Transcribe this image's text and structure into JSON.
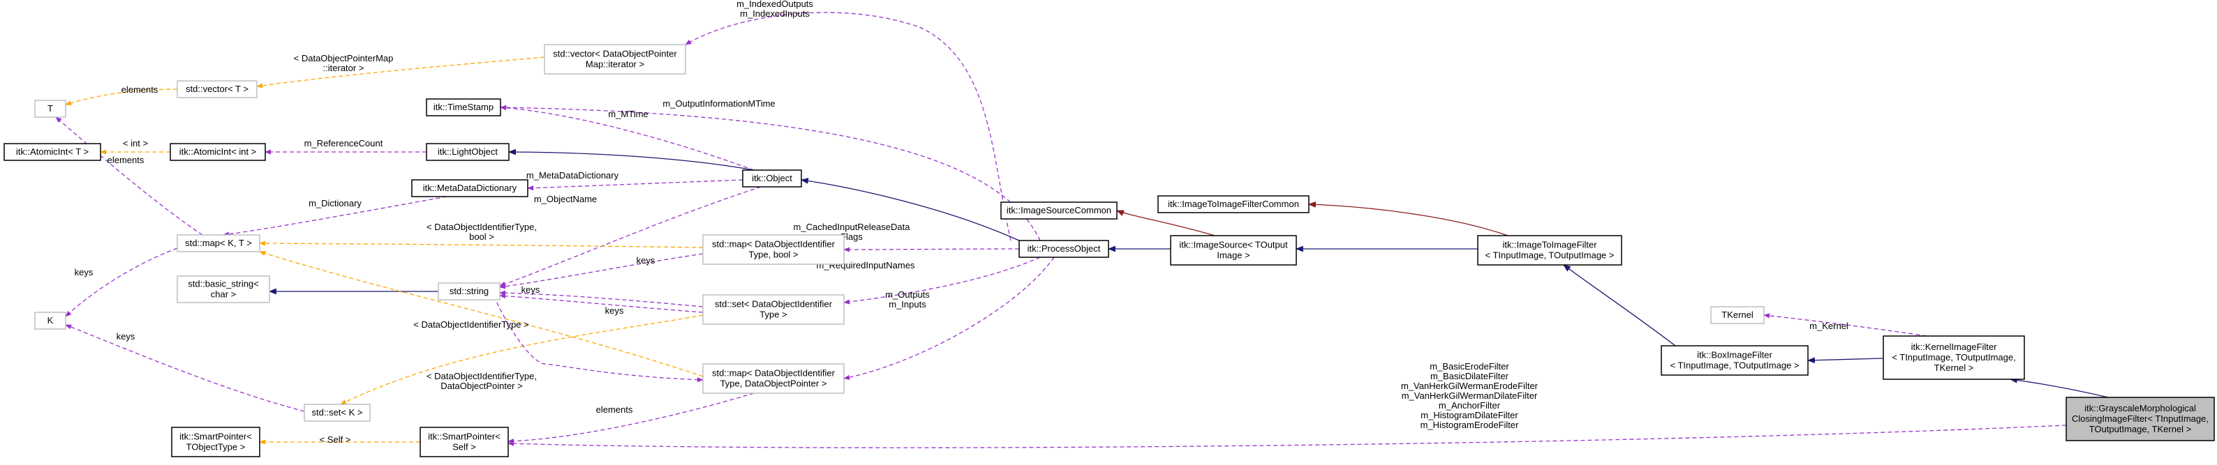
{
  "colors": {
    "inherit": "#191970",
    "private_inherit": "#8b1a1a",
    "member": "#9a32cd",
    "template": "#ffa500",
    "node_border": "#000000",
    "template_node_border": "#bfbfbf",
    "focus_fill": "#bfbfbf"
  },
  "nodes": {
    "T": {
      "lines": [
        "T"
      ],
      "style": "template"
    },
    "K": {
      "lines": [
        "K"
      ],
      "style": "template"
    },
    "vector_t": {
      "lines": [
        "std::vector< T >"
      ],
      "style": "template"
    },
    "atomicint_t": {
      "lines": [
        "itk::AtomicInt< T >"
      ],
      "style": "normal"
    },
    "atomicint_int": {
      "lines": [
        "itk::AtomicInt< int >"
      ],
      "style": "normal"
    },
    "lightobject": {
      "lines": [
        "itk::LightObject"
      ],
      "style": "normal"
    },
    "timestamp": {
      "lines": [
        "itk::TimeStamp"
      ],
      "style": "normal"
    },
    "metadatadictionary": {
      "lines": [
        "itk::MetaDataDictionary"
      ],
      "style": "normal"
    },
    "object": {
      "lines": [
        "itk::Object"
      ],
      "style": "normal"
    },
    "vector_dop": {
      "lines": [
        "std::vector< DataObjectPointer",
        "Map::iterator >"
      ],
      "style": "template"
    },
    "map_kt": {
      "lines": [
        "std::map< K, T >"
      ],
      "style": "template"
    },
    "basic_string": {
      "lines": [
        "std::basic_string<",
        "char >"
      ],
      "style": "template"
    },
    "string": {
      "lines": [
        "std::string"
      ],
      "style": "template"
    },
    "set_k": {
      "lines": [
        "std::set< K >"
      ],
      "style": "template"
    },
    "smartpointer_t": {
      "lines": [
        "itk::SmartPointer<",
        "TObjectType >"
      ],
      "style": "normal"
    },
    "smartpointer_self": {
      "lines": [
        "itk::SmartPointer<",
        "Self >"
      ],
      "style": "normal"
    },
    "map_doi_bool": {
      "lines": [
        "std::map< DataObjectIdentifier",
        "Type, bool >"
      ],
      "style": "template"
    },
    "set_doi": {
      "lines": [
        "std::set< DataObjectIdentifier",
        "Type >"
      ],
      "style": "template"
    },
    "map_doi_dop": {
      "lines": [
        "std::map< DataObjectIdentifier",
        "Type, DataObjectPointer >"
      ],
      "style": "template"
    },
    "imagesourcecommon": {
      "lines": [
        "itk::ImageSourceCommon"
      ],
      "style": "normal"
    },
    "processobject": {
      "lines": [
        "itk::ProcessObject"
      ],
      "style": "normal"
    },
    "imagesource": {
      "lines": [
        "itk::ImageSource< TOutput",
        "Image >"
      ],
      "style": "normal"
    },
    "imagetoimagefiltercommon": {
      "lines": [
        "itk::ImageToImageFilterCommon"
      ],
      "style": "normal"
    },
    "imagetoimagefilter": {
      "lines": [
        "itk::ImageToImageFilter",
        "< TInputImage, TOutputImage >"
      ],
      "style": "normal"
    },
    "boximagefilter": {
      "lines": [
        "itk::BoxImageFilter",
        "< TInputImage, TOutputImage >"
      ],
      "style": "normal"
    },
    "tkernel": {
      "lines": [
        "TKernel"
      ],
      "style": "template"
    },
    "kernelimagefilter": {
      "lines": [
        "itk::KernelImageFilter",
        "< TInputImage, TOutputImage,",
        "TKernel >"
      ],
      "style": "normal"
    },
    "grayscaleclosing": {
      "lines": [
        "itk::GrayscaleMorphological",
        "ClosingImageFilter< TInputImage,",
        "TOutputImage, TKernel >"
      ],
      "style": "focus"
    }
  },
  "edge_labels": {
    "elements_vector": [
      "elements"
    ],
    "dop_iterator": [
      "< DataObjectPointerMap",
      "::iterator >"
    ],
    "indexed": [
      "m_IndexedOutputs",
      "m_IndexedInputs"
    ],
    "int_arg": [
      "< int >"
    ],
    "reference_count": [
      "m_ReferenceCount"
    ],
    "mtime": [
      "m_MTime"
    ],
    "output_info_mtime": [
      "m_OutputInformationMTime"
    ],
    "metadata_dict": [
      "m_MetaDataDictionary"
    ],
    "dictionary": [
      "m_Dictionary"
    ],
    "elements_map": [
      "elements"
    ],
    "object_name": [
      "m_ObjectName"
    ],
    "doi_bool": [
      "< DataObjectIdentifierType,",
      "bool >"
    ],
    "keys_map_k": [
      "keys"
    ],
    "cached_input": [
      "m_CachedInputReleaseData",
      "Flags"
    ],
    "keys_bool": [
      "keys"
    ],
    "required_input": [
      "m_RequiredInputNames"
    ],
    "keys_set": [
      "keys"
    ],
    "keys_dop": [
      "keys"
    ],
    "doi_type": [
      "< DataObjectIdentifierType >"
    ],
    "outputs_inputs": [
      "m_Outputs",
      "m_Inputs"
    ],
    "keys_set_k": [
      "keys"
    ],
    "doi_dop": [
      "< DataObjectIdentifierType,",
      "DataObjectPointer >"
    ],
    "elements_sp": [
      "elements"
    ],
    "self_arg": [
      "< Self >"
    ],
    "kernel": [
      "m_Kernel"
    ],
    "filters": [
      "m_BasicErodeFilter",
      "m_BasicDilateFilter",
      "m_VanHerkGilWermanErodeFilter",
      "m_VanHerkGilWermanDilateFilter",
      "m_AnchorFilter",
      "m_HistogramDilateFilter",
      "m_HistogramErodeFilter"
    ]
  }
}
